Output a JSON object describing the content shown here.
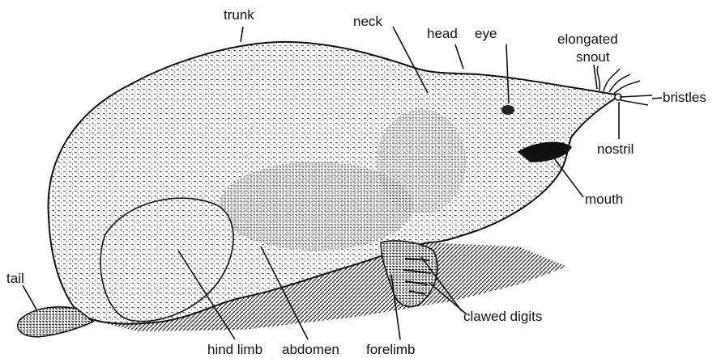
{
  "labels": {
    "trunk": "trunk",
    "neck": "neck",
    "head": "head",
    "eye": "eye",
    "elongated": "elongated",
    "snout": "snout",
    "bristles": "bristles",
    "nostril": "nostril",
    "mouth": "mouth",
    "tail": "tail",
    "hind_limb": "hind limb",
    "abdomen": "abdomen",
    "forelimb": "forelimb",
    "clawed_digits": "clawed  digits"
  },
  "colors": {
    "ink": "#111111",
    "paper": "#ffffff"
  }
}
